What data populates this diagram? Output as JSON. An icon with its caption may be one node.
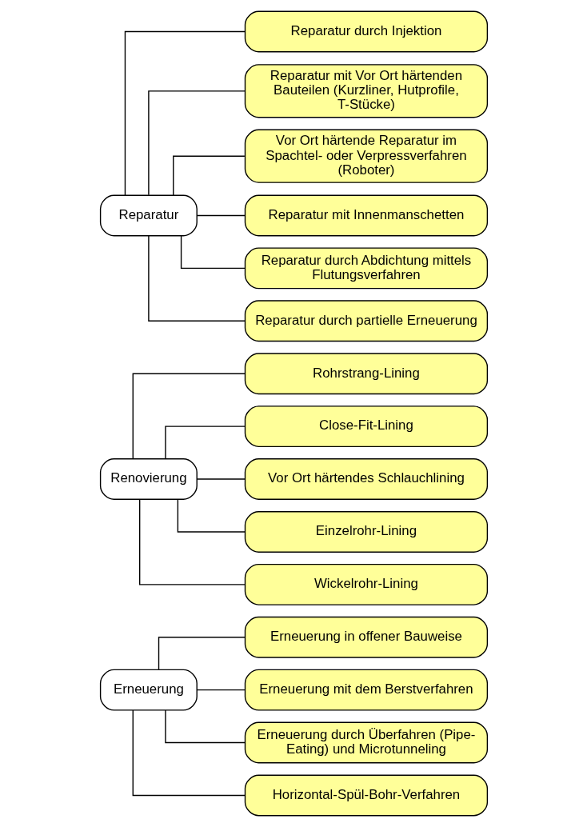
{
  "diagram": {
    "nodes": [
      {
        "text": [
          "Reparatur"
        ]
      },
      {
        "text": [
          "Reparatur durch Injektion"
        ]
      },
      {
        "text": [
          "Reparatur mit Vor Ort härtenden Bauteilen (Kurzliner, Hutprofile, T-Stücke)"
        ]
      },
      {
        "text": [
          "Vor Ort härtende Reparatur im Spachtel- oder Verpressverfahren (Roboter)"
        ]
      },
      {
        "text": [
          "Reparatur mit Innenmanschetten"
        ]
      },
      {
        "text": [
          "Reparatur durch Abdichtung mittels Flutungsverfahren"
        ]
      },
      {
        "text": [
          "Reparatur durch partielle Erneuerung"
        ]
      },
      {
        "text": [
          "Renovierung"
        ]
      },
      {
        "text": [
          "Rohrstrang-Lining"
        ]
      },
      {
        "text": [
          "Close-Fit-Lining"
        ]
      },
      {
        "text": [
          "Vor Ort härtendes Schlauchlining"
        ]
      },
      {
        "text": [
          "Einzelrohr-Lining"
        ]
      },
      {
        "text": [
          "Wickelrohr-Lining"
        ]
      },
      {
        "text": [
          "Erneuerung"
        ]
      },
      {
        "text": [
          "Erneuerung in offener Bauweise"
        ]
      },
      {
        "text": [
          "Erneuerung mit dem Berstverfahren"
        ]
      },
      {
        "text": [
          "Erneuerung durch Überfahren (Pipe-Eating) und Microtunneling"
        ]
      },
      {
        "text": [
          "Horizontal-Spül-Bohr-Verfahren"
        ]
      }
    ],
    "edges": [
      {
        "from": 0,
        "to": 1,
        "arrow": "none"
      },
      {
        "from": 0,
        "to": 2,
        "arrow": "none"
      },
      {
        "from": 0,
        "to": 3,
        "arrow": "none"
      },
      {
        "from": 0,
        "to": 4,
        "arrow": "none"
      },
      {
        "from": 0,
        "to": 5,
        "arrow": "none"
      },
      {
        "from": 0,
        "to": 6,
        "arrow": "none"
      },
      {
        "from": 7,
        "to": 8,
        "arrow": "none"
      },
      {
        "from": 7,
        "to": 9,
        "arrow": "none"
      },
      {
        "from": 7,
        "to": 10,
        "arrow": "none"
      },
      {
        "from": 7,
        "to": 11,
        "arrow": "none"
      },
      {
        "from": 7,
        "to": 12,
        "arrow": "none"
      },
      {
        "from": 13,
        "to": 14,
        "arrow": "none"
      },
      {
        "from": 13,
        "to": 15,
        "arrow": "none"
      },
      {
        "from": 13,
        "to": 16,
        "arrow": "none"
      },
      {
        "from": 13,
        "to": 17,
        "arrow": "none"
      }
    ]
  }
}
